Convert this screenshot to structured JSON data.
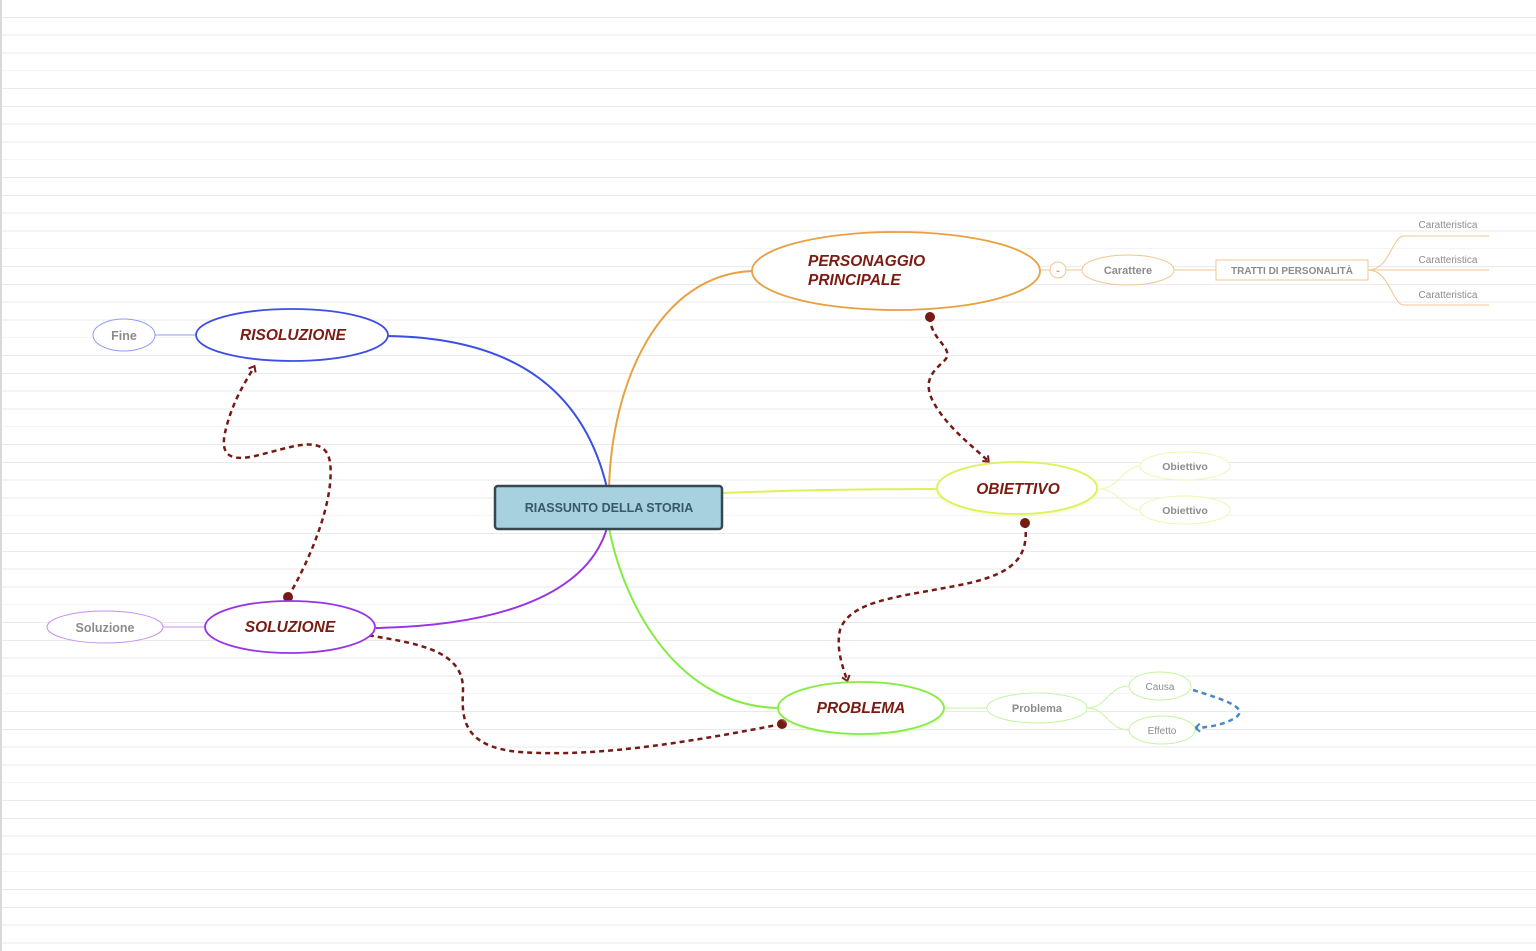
{
  "colors": {
    "central_fill": "#a7d1de",
    "central_border": "#37474f",
    "central_text": "#37596a",
    "main_text": "#7b1c12",
    "orange": "#e8a040",
    "orange_light": "#f0c590",
    "blue": "#3b4fe6",
    "blue_light": "#8f9bf0",
    "purple": "#9a33e8",
    "purple_light": "#c98ef2",
    "yellow": "#dff05a",
    "yellow_light": "#eef7b0",
    "green": "#86ec43",
    "green_light": "#c3f5a0",
    "relation": "#761a14",
    "relation_blue": "#4a86c8",
    "sub_text": "#8c8c8c"
  },
  "central": {
    "label": "RIASSUNTO DELLA STORIA"
  },
  "nodes": {
    "personaggio": {
      "line1": "PERSONAGGIO",
      "line2": "PRINCIPALE"
    },
    "risoluzione": {
      "label": "RISOLUZIONE"
    },
    "obiettivo": {
      "label": "OBIETTIVO"
    },
    "soluzione": {
      "label": "SOLUZIONE"
    },
    "problema": {
      "label": "PROBLEMA"
    }
  },
  "subnodes": {
    "collapse_toggle": "-",
    "carattere": "Carattere",
    "tratti": "TRATTI DI PERSONALITÀ",
    "caratteristiche": [
      "Caratteristica",
      "Caratteristica",
      "Caratteristica"
    ],
    "fine": "Fine",
    "obiettivi": [
      "Obiettivo",
      "Obiettivo"
    ],
    "soluzione": "Soluzione",
    "problema": "Problema",
    "causa": "Causa",
    "effetto": "Effetto"
  }
}
